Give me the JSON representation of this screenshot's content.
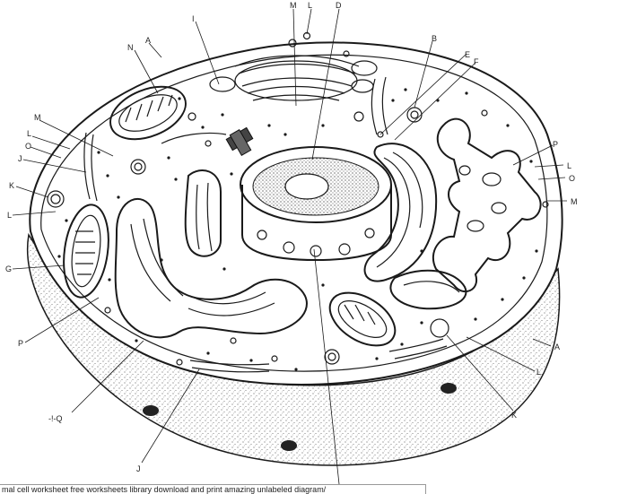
{
  "diagram": {
    "labels": {
      "A_right": "A",
      "A_top": "A",
      "B": "B",
      "D": "D",
      "E": "E",
      "F": "F",
      "G": "G",
      "I": "I",
      "J_left": "J",
      "J_bottom": "J",
      "K_left": "K",
      "K_bottom": "K",
      "L_top": "L",
      "L_left1": "L",
      "L_left2": "L",
      "L_right": "L",
      "L_bottom": "L",
      "M_top": "M",
      "M_left": "M",
      "M_right": "M",
      "N": "N",
      "O_left": "O",
      "O_right": "O",
      "P_left": "P",
      "P_right": "P",
      "Q": "-!-Q"
    }
  },
  "caption": "mal cell worksheet free worksheets library download and print amazing unlabeled diagram/"
}
